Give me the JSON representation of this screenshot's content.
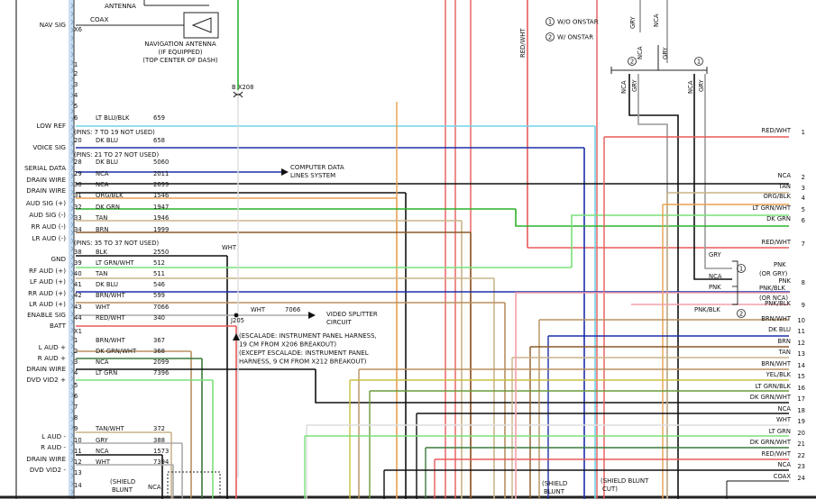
{
  "connector": {
    "x6": "X6",
    "x1": "X1"
  },
  "top_labels": {
    "antenna": "ANTENNA",
    "coax_top": "COAX",
    "nav_antenna": [
      "NAVIGATION ANTENNA",
      "(IF EQUIPPED)",
      "(TOP CENTER OF DASH)"
    ],
    "b_x208": "B  X208",
    "red_wht_vert": "RED/WHT",
    "legend_1": "W/O ONSTAR",
    "legend_2": "W/ ONSTAR",
    "gry_nca": [
      "GRY",
      "NCA",
      "GRY",
      "NCA"
    ]
  },
  "left_sigs": [
    {
      "label": "NAV SIG",
      "pin": ""
    },
    {
      "label": "LOW REF",
      "pin": "6"
    },
    {
      "label": "VOICE SIG",
      "pin": "20"
    },
    {
      "label": "SERIAL DATA",
      "pin": "28"
    },
    {
      "label": "DRAIN WIRE",
      "pin": "29"
    },
    {
      "label": "DRAIN WIRE",
      "pin": "30"
    },
    {
      "label": "AUD SIG (+)",
      "pin": "32"
    },
    {
      "label": "AUD SIG (-)",
      "pin": "33"
    },
    {
      "label": "RR AUD (-)",
      "pin": "34"
    },
    {
      "label": "LR AUD (-)",
      "pin": ""
    },
    {
      "label": "GND",
      "pin": "38"
    },
    {
      "label": "RF AUD (+)",
      "pin": "40"
    },
    {
      "label": "LF AUD (+)",
      "pin": "41"
    },
    {
      "label": "RR AUD (+)",
      "pin": "42"
    },
    {
      "label": "LR AUD (+)",
      "pin": "43"
    },
    {
      "label": "ENABLE SIG",
      "pin": "44"
    },
    {
      "label": "BATT",
      "pin": ""
    },
    {
      "label": "L AUD +",
      "pin": "1"
    },
    {
      "label": "R AUD +",
      "pin": "2"
    },
    {
      "label": "DRAIN WIRE",
      "pin": "3"
    },
    {
      "label": "DVD VID2 +",
      "pin": "4"
    },
    {
      "label": "L AUD -",
      "pin": "9"
    },
    {
      "label": "R AUD -",
      "pin": "10"
    },
    {
      "label": "DRAIN WIRE",
      "pin": "11"
    },
    {
      "label": "DVD VID2 -",
      "pin": "12"
    }
  ],
  "wires": [
    {
      "pin": "6",
      "color": "LT BLU/BLK",
      "circuit": "659"
    },
    {
      "pin": "20",
      "color": "DK BLU",
      "circuit": "658"
    },
    {
      "pin": "28",
      "color": "DK BLU",
      "circuit": "5060"
    },
    {
      "pin": "29",
      "color": "NCA",
      "circuit": "2011"
    },
    {
      "pin": "30",
      "color": "NCA",
      "circuit": "2099"
    },
    {
      "pin": "31",
      "color": "ORG/BLK",
      "circuit": "1546"
    },
    {
      "pin": "32",
      "color": "DK GRN",
      "circuit": "1947"
    },
    {
      "pin": "33",
      "color": "TAN",
      "circuit": "1946"
    },
    {
      "pin": "34",
      "color": "BRN",
      "circuit": "1999"
    },
    {
      "pin": "38",
      "color": "BLK",
      "circuit": "2550"
    },
    {
      "pin": "39",
      "color": "LT GRN/WHT",
      "circuit": "512"
    },
    {
      "pin": "40",
      "color": "TAN",
      "circuit": "511"
    },
    {
      "pin": "41",
      "color": "DK BLU",
      "circuit": "546"
    },
    {
      "pin": "42",
      "color": "BRN/WHT",
      "circuit": "599"
    },
    {
      "pin": "43",
      "color": "WHT",
      "circuit": "7066"
    },
    {
      "pin": "44",
      "color": "RED/WHT",
      "circuit": "340"
    },
    {
      "pin": "1",
      "color": "BRN/WHT",
      "circuit": "367"
    },
    {
      "pin": "2",
      "color": "DK GRN/WHT",
      "circuit": "368"
    },
    {
      "pin": "3",
      "color": "NCA",
      "circuit": "2099"
    },
    {
      "pin": "4",
      "color": "LT GRN",
      "circuit": "7396"
    },
    {
      "pin": "9",
      "color": "TAN/WHT",
      "circuit": "372"
    },
    {
      "pin": "10",
      "color": "GRY",
      "circuit": "388"
    },
    {
      "pin": "11",
      "color": "NCA",
      "circuit": "1573"
    },
    {
      "pin": "12",
      "color": "WHT",
      "circuit": "7394"
    }
  ],
  "pin_notes": [
    "(PINS: 7 TO 19 NOT USED)",
    "(PINS: 21 TO 27 NOT USED)",
    "(PINS: 35 TO 37 NOT USED)"
  ],
  "extra_pins": [
    "1",
    "2",
    "3",
    "4",
    "5",
    "5",
    "6",
    "7",
    "8",
    "13",
    "14"
  ],
  "notes": {
    "computer_data": [
      "COMPUTER DATA",
      "LINES SYSTEM"
    ],
    "video_splitter": [
      "VIDEO SPLITTER",
      "CIRCUIT"
    ],
    "wht_7066": [
      "WHT",
      "7066"
    ],
    "wht_vertical": "WHT",
    "j205": "J205",
    "escalade": [
      "(ESCALADE: INSTRUMENT PANEL HARNESS,",
      "19 CM FROM X206 BREAKOUT)",
      "(EXCEPT ESCALADE: INSTRUMENT PANEL",
      "HARNESS, 9 CM FROM X212 BREAKOUT)"
    ],
    "shield_blunt_left": [
      "(SHIELD",
      "BLUNT",
      "NCA"
    ],
    "shield_blunt_mid": [
      "(SHIELD",
      "BLUNT"
    ],
    "shield_blunt_right": [
      "(SHIELD BLUNT",
      "CUT)"
    ]
  },
  "right_terminals": [
    {
      "label": "RED/WHT",
      "num": "1"
    },
    {
      "label": "NCA",
      "num": "2"
    },
    {
      "label": "TAN",
      "num": "3"
    },
    {
      "label": "ORG/BLK",
      "num": "4"
    },
    {
      "label": "LT GRN/WHT",
      "num": "5"
    },
    {
      "label": "DK GRN",
      "num": "6"
    },
    {
      "label": "RED/WHT",
      "num": "7"
    },
    {
      "label": "PNK",
      "num": "8"
    },
    {
      "label": "PNK/BLK",
      "num": "9"
    },
    {
      "label": "BRN/WHT",
      "num": "10"
    },
    {
      "label": "DK BLU",
      "num": "11"
    },
    {
      "label": "BRN",
      "num": "12"
    },
    {
      "label": "TAN",
      "num": "13"
    },
    {
      "label": "BRN/WHT",
      "num": "14"
    },
    {
      "label": "YEL/BLK",
      "num": "15"
    },
    {
      "label": "LT GRN/BLK",
      "num": "16"
    },
    {
      "label": "DK GRN/WHT",
      "num": "17"
    },
    {
      "label": "NCA",
      "num": "18"
    },
    {
      "label": "WHT",
      "num": "19"
    },
    {
      "label": "LT GRN",
      "num": "20"
    },
    {
      "label": "DK GRN/WHT",
      "num": "21"
    },
    {
      "label": "RED/WHT",
      "num": "22"
    },
    {
      "label": "NCA",
      "num": "23"
    },
    {
      "label": "COAX",
      "num": "24"
    }
  ],
  "right_options": {
    "gry": "GRY",
    "nca": "NCA",
    "pnk": "PNK",
    "pnk_blk": "PNK/BLK",
    "opt1": [
      "PNK",
      "(OR GRY)"
    ],
    "opt2": [
      "PNK/BLK",
      "(OR NCA)"
    ]
  }
}
